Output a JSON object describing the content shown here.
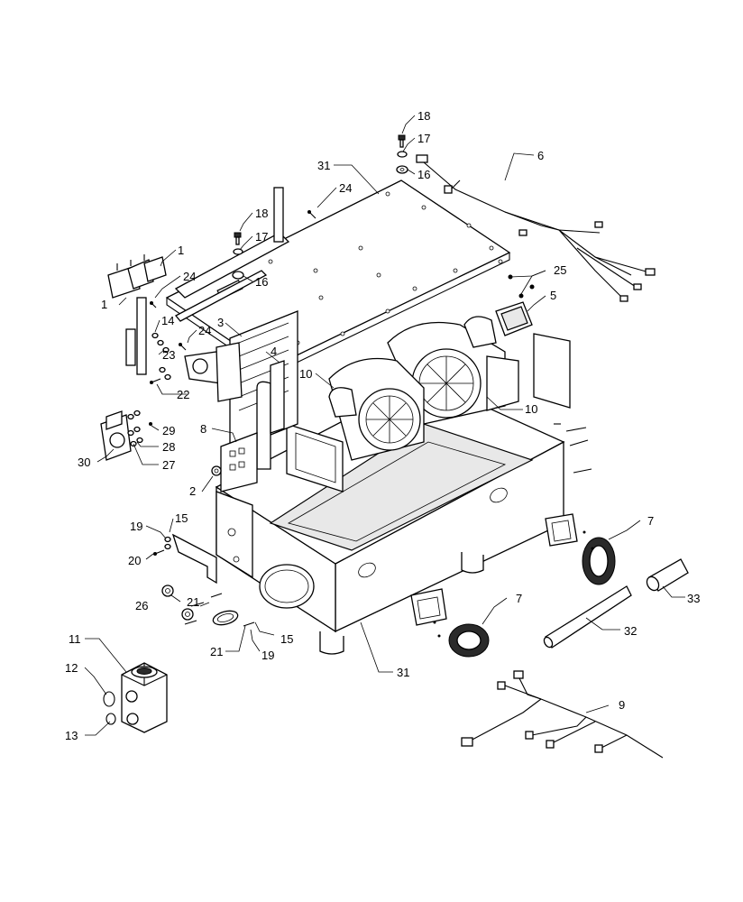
{
  "diagram": {
    "callouts": {
      "c1a": "1",
      "c1b": "1",
      "c2": "2",
      "c3": "3",
      "c4": "4",
      "c5": "5",
      "c6": "6",
      "c7a": "7",
      "c7b": "7",
      "c8": "8",
      "c9": "9",
      "c10a": "10",
      "c10b": "10",
      "c11": "11",
      "c12": "12",
      "c13": "13",
      "c14": "14",
      "c15a": "15",
      "c15b": "15",
      "c16a": "16",
      "c16b": "16",
      "c17a": "17",
      "c17b": "17",
      "c18a": "18",
      "c18b": "18",
      "c19a": "19",
      "c19b": "19",
      "c20": "20",
      "c21a": "21",
      "c21b": "21",
      "c22": "22",
      "c23": "23",
      "c24a": "24",
      "c24b": "24",
      "c24c": "24",
      "c25": "25",
      "c26": "26",
      "c27": "27",
      "c28": "28",
      "c29": "29",
      "c30": "30",
      "c31a": "31",
      "c31b": "31",
      "c32": "32",
      "c33": "33"
    }
  }
}
